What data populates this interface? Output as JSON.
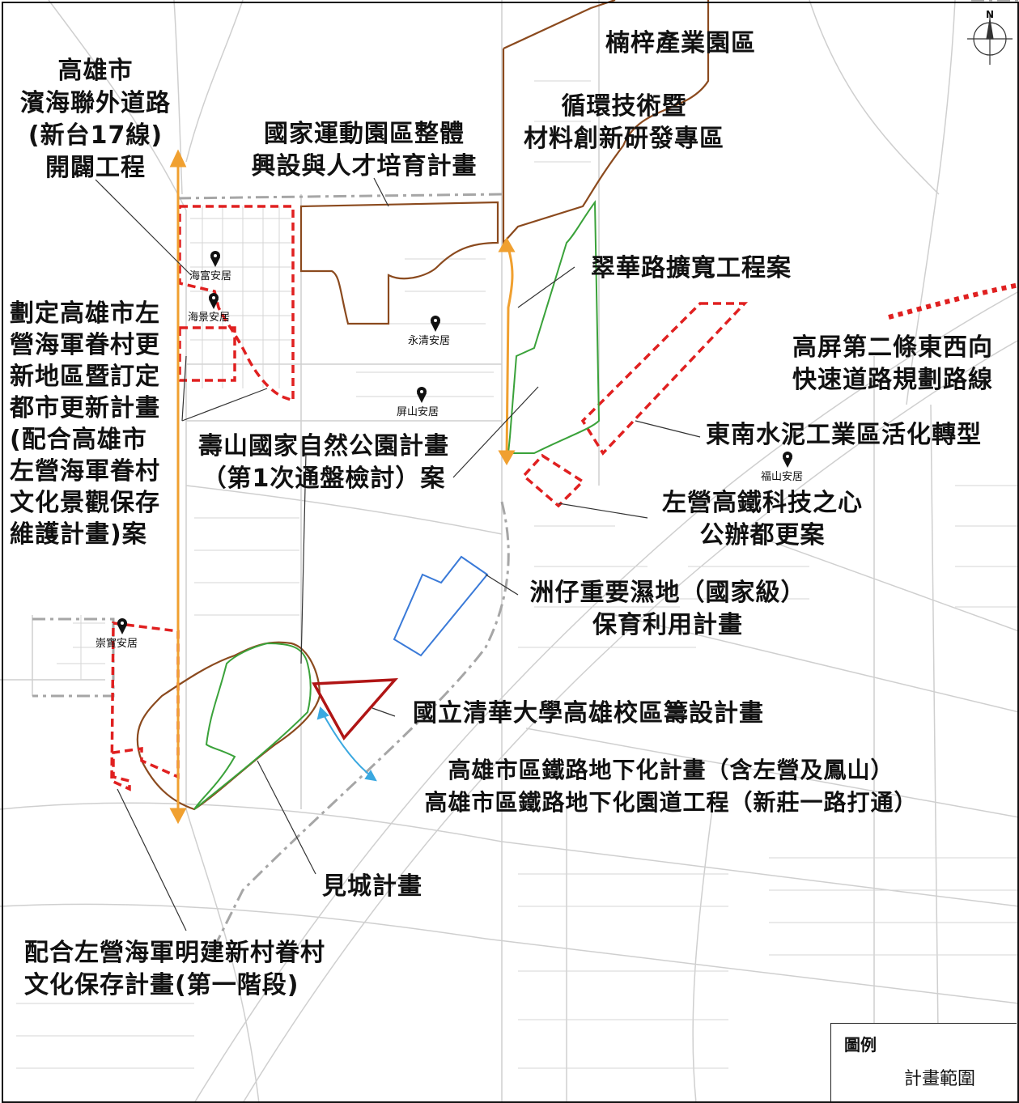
{
  "labels": {
    "coastal_road": [
      "高雄市",
      "濱海聯外道路",
      "(新台17線)",
      "開闢工程"
    ],
    "nanzi_park": [
      "楠梓產業園區"
    ],
    "circular_tech": [
      "循環技術暨",
      "材料創新研發專區"
    ],
    "sports_park": [
      "國家運動園區整體",
      "興設與人才培育計畫"
    ],
    "cuihua_road": [
      "翠華路擴寬工程案"
    ],
    "navy_village": [
      "劃定高雄市左",
      "營海軍眷村更",
      "新地區暨訂定",
      "都市更新計畫",
      "(配合高雄市",
      "左營海軍眷村",
      "文化景觀保存",
      "維護計畫)案"
    ],
    "gaoping_road": [
      "高屏第二條東西向",
      "快速道路規劃路線"
    ],
    "shoushan_park": [
      "壽山國家自然公園計畫",
      "（第1次通盤檢討）案"
    ],
    "cement_area": [
      "東南水泥工業區活化轉型"
    ],
    "hsr_heart": [
      "左營高鐵科技之心",
      "公辦都更案"
    ],
    "zhouzai_wetland": [
      "洲仔重要濕地（國家級）",
      "保育利用計畫"
    ],
    "tsinghua": [
      "國立清華大學高雄校區籌設計畫"
    ],
    "railway": [
      "高雄市區鐵路地下化計畫（含左營及鳳山）",
      "高雄市區鐵路地下化園道工程（新莊一路打通）"
    ],
    "jiancheng": [
      "見城計畫"
    ],
    "mingjian": [
      "配合左營海軍明建新村眷村",
      "文化保存計畫(第一階段)"
    ]
  },
  "pins": [
    {
      "name": "haifu",
      "label": "海富安居"
    },
    {
      "name": "haijing",
      "label": "海景安居"
    },
    {
      "name": "yongqing",
      "label": "永清安居"
    },
    {
      "name": "pingshan",
      "label": "屏山安居"
    },
    {
      "name": "fushan",
      "label": "福山安居"
    },
    {
      "name": "chongshi",
      "label": "崇實安居"
    }
  ],
  "north_arrow": "N",
  "legend": {
    "title": "圖例",
    "item": "計畫範圍"
  },
  "colors": {
    "brown": "#8b4a1e",
    "red": "#e02020",
    "darkred": "#b01515",
    "green": "#3aa23a",
    "orange": "#f0a030",
    "blue": "#3a7ad8",
    "lightblue": "#3aa8e0",
    "road": "#c8c8c8",
    "boundary": "#a0a0a0"
  }
}
